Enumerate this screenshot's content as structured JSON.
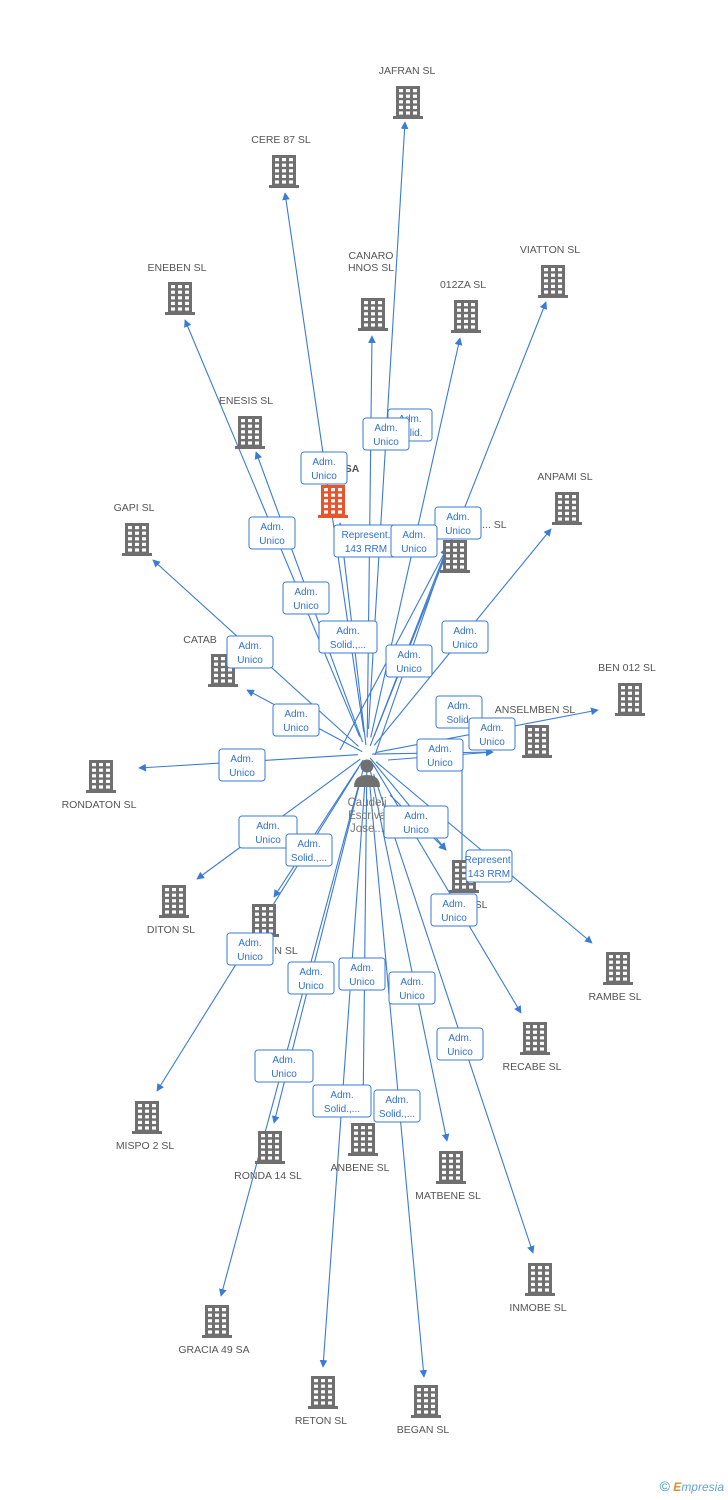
{
  "center": {
    "name_lines": [
      "Caudeli",
      "Escriva",
      "Jose..."
    ]
  },
  "colors": {
    "edge": "#3a7bd5",
    "building": "#6f6f6f",
    "building_highlight": "#e8542b",
    "label": "#555555",
    "person": "#707070"
  },
  "nodes": [
    {
      "id": "jafran",
      "label_lines": [
        "JAFRAN SL"
      ]
    },
    {
      "id": "cere87",
      "label_lines": [
        "CERE 87 SL"
      ]
    },
    {
      "id": "canaro",
      "label_lines": [
        "CANARO",
        "HNOS SL"
      ]
    },
    {
      "id": "viatton",
      "label_lines": [
        "VIATTON SL"
      ]
    },
    {
      "id": "eneben",
      "label_lines": [
        "ENEBEN SL"
      ]
    },
    {
      "id": "012za",
      "label_lines": [
        "012ZA  SL"
      ]
    },
    {
      "id": "enesis",
      "label_lines": [
        "ENESIS SL"
      ]
    },
    {
      "id": "sa",
      "label_lines": [
        "SA"
      ],
      "highlight": true
    },
    {
      "id": "anpami",
      "label_lines": [
        "ANPAMI SL"
      ]
    },
    {
      "id": "gapi",
      "label_lines": [
        "GAPI SL"
      ]
    },
    {
      "id": "caudel",
      "label_lines": [
        "CAUDE... SL"
      ]
    },
    {
      "id": "catab",
      "label_lines": [
        "CATAB"
      ]
    },
    {
      "id": "ben012",
      "label_lines": [
        "BEN 012 SL"
      ]
    },
    {
      "id": "anselmben",
      "label_lines": [
        "ANSELMBEN SL"
      ]
    },
    {
      "id": "rondaton",
      "label_lines": [
        "RONDATON SL"
      ]
    },
    {
      "id": "unk_sl",
      "label_lines": [
        "SL"
      ]
    },
    {
      "id": "diton",
      "label_lines": [
        "DITON SL"
      ]
    },
    {
      "id": "unk_nsl",
      "label_lines": [
        "N SL"
      ]
    },
    {
      "id": "rambe",
      "label_lines": [
        "RAMBE SL"
      ]
    },
    {
      "id": "recabe",
      "label_lines": [
        "RECABE SL"
      ]
    },
    {
      "id": "mispo2",
      "label_lines": [
        "MISPO 2 SL"
      ]
    },
    {
      "id": "ronda14",
      "label_lines": [
        "RONDA 14 SL"
      ]
    },
    {
      "id": "anbene",
      "label_lines": [
        "ANBENE SL"
      ]
    },
    {
      "id": "matbene",
      "label_lines": [
        "MATBENE SL"
      ]
    },
    {
      "id": "inmobe",
      "label_lines": [
        "INMOBE SL"
      ]
    },
    {
      "id": "gracia49",
      "label_lines": [
        "GRACIA 49 SA"
      ]
    },
    {
      "id": "reton",
      "label_lines": [
        "RETON SL"
      ]
    },
    {
      "id": "began",
      "label_lines": [
        "BEGAN SL"
      ]
    }
  ],
  "relations": [
    {
      "lines": [
        "Adm.",
        "Solid."
      ]
    },
    {
      "lines": [
        "Adm.",
        "Unico"
      ]
    },
    {
      "lines": [
        "Adm.",
        "Unico"
      ]
    },
    {
      "lines": [
        "Adm.",
        "Unico"
      ]
    },
    {
      "lines": [
        "Represent.",
        "143 RRM"
      ]
    },
    {
      "lines": [
        "Adm.",
        "Unico"
      ]
    },
    {
      "lines": [
        "Adm.",
        "Unico"
      ]
    },
    {
      "lines": [
        "Adm.",
        "Unico"
      ]
    },
    {
      "lines": [
        "Adm.",
        "Unico"
      ]
    },
    {
      "lines": [
        "Adm.",
        "Solid.,..."
      ]
    },
    {
      "lines": [
        "Adm.",
        "Unico"
      ]
    },
    {
      "lines": [
        "Adm.",
        "Unico"
      ]
    },
    {
      "lines": [
        "Adm.",
        "Unico"
      ]
    },
    {
      "lines": [
        "Adm.",
        "Unico"
      ]
    },
    {
      "lines": [
        "Adm.",
        "Solid."
      ]
    },
    {
      "lines": [
        "Adm.",
        "Unico"
      ]
    },
    {
      "lines": [
        "Adm.",
        "Unico"
      ]
    },
    {
      "lines": [
        "Adm.",
        "Unico"
      ]
    },
    {
      "lines": [
        "Adm.",
        "Solid.,..."
      ]
    },
    {
      "lines": [
        "Adm.",
        "Unico"
      ]
    },
    {
      "lines": [
        "Represent.",
        "143 RRM"
      ]
    },
    {
      "lines": [
        "Adm.",
        "Unico"
      ]
    },
    {
      "lines": [
        "Adm.",
        "Unico"
      ]
    },
    {
      "lines": [
        "Adm.",
        "Unico"
      ]
    },
    {
      "lines": [
        "Adm.",
        "Unico"
      ]
    },
    {
      "lines": [
        "Adm.",
        "Unico"
      ]
    },
    {
      "lines": [
        "Adm.",
        "Unico"
      ]
    },
    {
      "lines": [
        "Adm.",
        "Unico"
      ]
    },
    {
      "lines": [
        "Adm.",
        "Solid.,..."
      ]
    },
    {
      "lines": [
        "Adm.",
        "Solid.,..."
      ]
    },
    {
      "lines": [
        "Adm.",
        "Unico"
      ]
    }
  ],
  "footer": {
    "copyright_symbol": "©",
    "brand_initial": "E",
    "brand_rest": "mpresia"
  }
}
